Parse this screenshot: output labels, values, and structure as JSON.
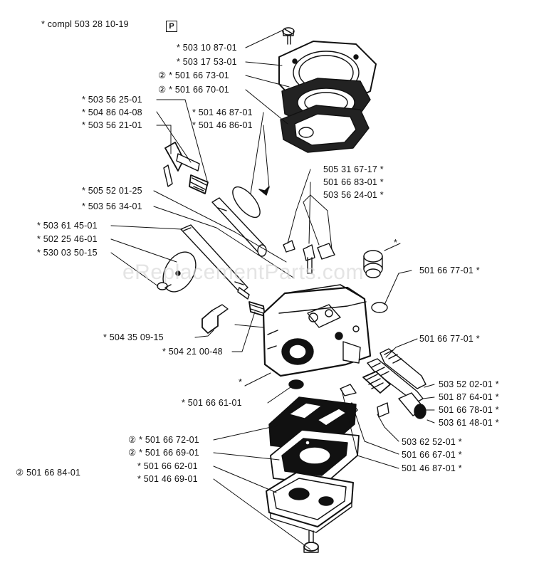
{
  "header": {
    "kit_label": "* compl 503 28 10-19",
    "p_symbol": "P"
  },
  "watermark": "eReplacementParts.com",
  "parts": {
    "p1": "* 503 10 87-01",
    "p2": "* 503 17 53-01",
    "p3": "② * 501 66 73-01",
    "p4": "② * 501 66 70-01",
    "p5": "* 503 56 25-01",
    "p6": "* 504 86 04-08",
    "p7": "* 503 56 21-01",
    "p8": "* 501 46 87-01",
    "p9": "* 501 46 86-01",
    "p10": "505 31 67-17 *",
    "p11": "501 66 83-01 *",
    "p12": "503 56 24-01 *",
    "p13": "* 505 52 01-25",
    "p14": "* 503 56 34-01",
    "p15": "* 503 61 45-01",
    "p16": "* 502 25 46-01",
    "p17": "* 530 03 50-15",
    "p18": "501 66 77-01 *",
    "p19": "* 504 35 09-15",
    "p20": "* 504 21 00-48",
    "p21": "501 66 77-01 *",
    "p22": "503 52 02-01 *",
    "p23": "501 87 64-01 *",
    "p24": "501 66 78-01 *",
    "p25": "503 61 48-01 *",
    "p26": "* 501 66 61-01",
    "p27": "② * 501 66 72-01",
    "p28": "② * 501 66 69-01",
    "p29": "* 501 66 62-01",
    "p30": "* 501 46 69-01",
    "p31": "503 62 52-01 *",
    "p32": "501 66 67-01 *",
    "p33": "501 46 87-01 *",
    "p34": "② 501 66 84-01",
    "star_a": "*",
    "star_b": "*"
  }
}
